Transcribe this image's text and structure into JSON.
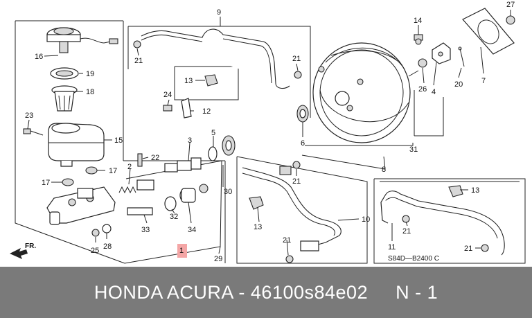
{
  "diagram": {
    "callouts": {
      "c1": "1",
      "c2": "2",
      "c3": "3",
      "c4": "4",
      "c5": "5",
      "c6": "6",
      "c7": "7",
      "c8": "8",
      "c9": "9",
      "c10": "10",
      "c11": "11",
      "c12": "12",
      "c13a": "13",
      "c13b": "13",
      "c13c": "13",
      "c14": "14",
      "c15": "15",
      "c16": "16",
      "c17a": "17",
      "c17b": "17",
      "c18": "18",
      "c19": "19",
      "c20": "20",
      "c21a": "21",
      "c21b": "21",
      "c21c": "21",
      "c21d": "21",
      "c21e": "21",
      "c21f": "21",
      "c22": "22",
      "c23": "23",
      "c24": "24",
      "c25": "25",
      "c26": "26",
      "c27": "27",
      "c28": "28",
      "c29": "29",
      "c30": "30",
      "c31": "31",
      "c32": "32",
      "c33": "33",
      "c34": "34"
    },
    "direction_label": "FR.",
    "diagram_code": "S84D—B2400 C",
    "highlight_color": "#f4a6a6"
  },
  "footer": {
    "text": "HONDA ACURA - 46100s84e02     N - 1",
    "background": "#7a7a7a",
    "text_color": "#ffffff"
  }
}
